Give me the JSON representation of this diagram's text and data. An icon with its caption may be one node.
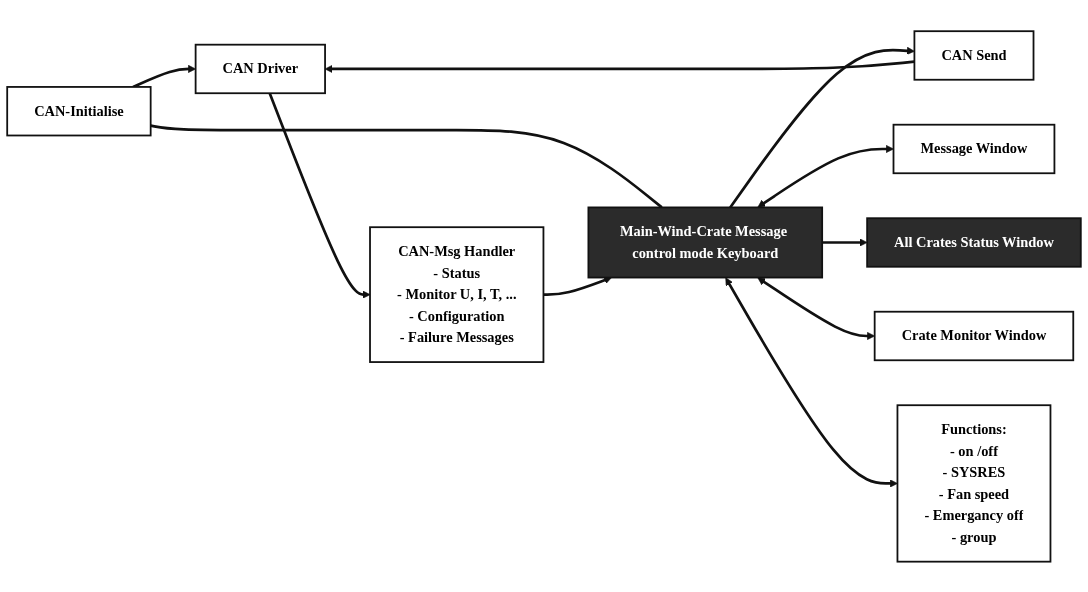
{
  "diagram": {
    "nodes": [
      {
        "text": [
          "CAN Driver"
        ]
      },
      {
        "text": [
          "CAN-Initialise"
        ]
      },
      {
        "text": [
          "CAN Send"
        ]
      },
      {
        "text": [
          "CAN-Msg Handler",
          "- Status",
          "- Monitor U, I, T, ...",
          "- Configuration",
          "- Failure Messages"
        ]
      },
      {
        "text": [
          "Main-Wind-Crate Message control mode Keyboard"
        ]
      },
      {
        "text": [
          "Message Window"
        ]
      },
      {
        "text": [
          "All Crates Status Window"
        ]
      },
      {
        "text": [
          "Crate Monitor Window"
        ]
      },
      {
        "text": [
          "Functions:",
          "- on /off",
          "- SYSRES",
          "- Fan speed",
          "- Emergancy off",
          "- group"
        ]
      }
    ],
    "edges": [
      {
        "from": 1,
        "to": 0,
        "arrow": "to"
      },
      {
        "from": 2,
        "to": 0,
        "arrow": "to"
      },
      {
        "from": 0,
        "to": 3,
        "arrow": "to"
      },
      {
        "from": 1,
        "to": 4,
        "arrow": "none"
      },
      {
        "from": 4,
        "to": 2,
        "arrow": "to"
      },
      {
        "from": 3,
        "to": 4,
        "arrow": "to"
      },
      {
        "from": 4,
        "to": 5,
        "arrow": "both"
      },
      {
        "from": 4,
        "to": 6,
        "arrow": "to"
      },
      {
        "from": 4,
        "to": 7,
        "arrow": "both"
      },
      {
        "from": 4,
        "to": 8,
        "arrow": "both"
      }
    ]
  }
}
